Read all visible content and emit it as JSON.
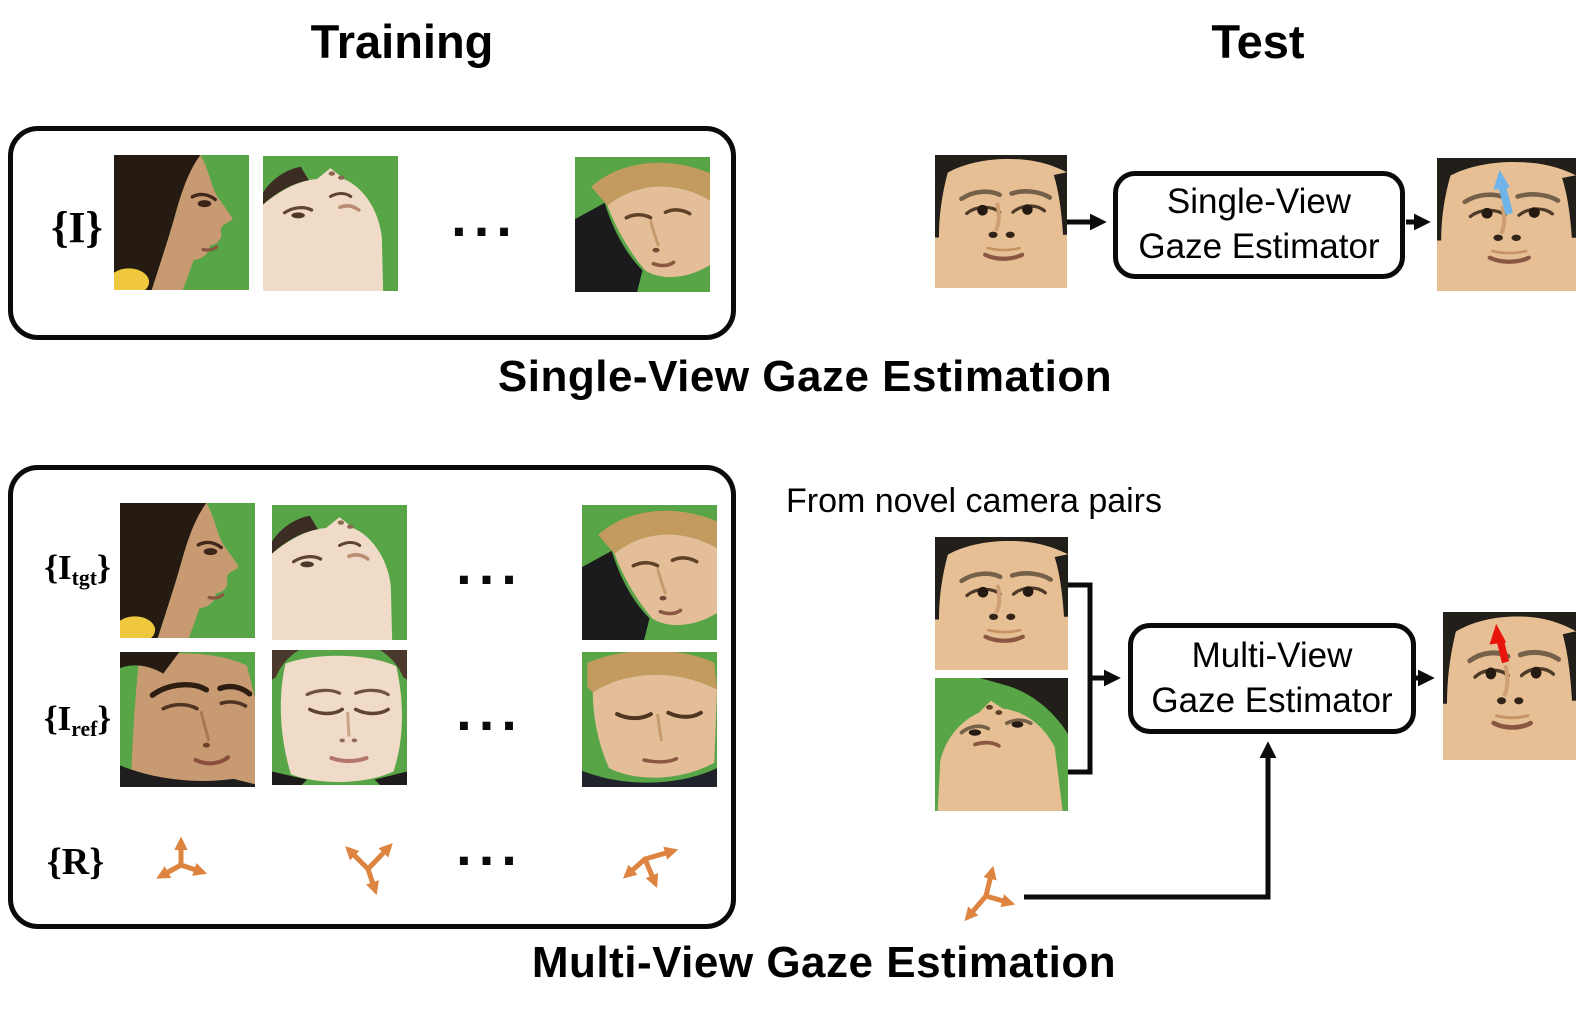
{
  "headers": {
    "training": "Training",
    "test": "Test"
  },
  "ellipsis": "...",
  "single_view": {
    "set_label": "{I}",
    "estimator": {
      "line1": "Single-View",
      "line2": "Gaze Estimator"
    },
    "caption": "Single-View Gaze Estimation"
  },
  "multi_view": {
    "novel_text": "From novel camera pairs",
    "tgt_label": {
      "open": "{",
      "symbol": "I",
      "sub": "tgt",
      "close": "}"
    },
    "ref_label": {
      "open": "{",
      "symbol": "I",
      "sub": "ref",
      "close": "}"
    },
    "rot_label": "{R}",
    "estimator": {
      "line1": "Multi-View",
      "line2": "Gaze Estimator"
    },
    "caption": "Multi-View Gaze Estimation"
  },
  "colors": {
    "axis_orange": "#DD8440",
    "gaze_blue": "#6FB4E9",
    "gaze_red": "#E8150D",
    "greenscreen": "#57A546"
  },
  "figures": {
    "face_profile": "woman in profile view on green screen",
    "face_tilt_up": "woman with face tilted up on green screen",
    "face_down": "man looking down on green screen",
    "face_ref_1": "woman looking down",
    "face_ref_2": "woman facing front with eyes closed",
    "face_ref_3": "man facing front looking down",
    "face_test": "man looking up",
    "face_test_pair": "man with head tilted up on green screen",
    "face_output_single": "man looking up with predicted gaze arrow",
    "face_output_multi": "man looking up with predicted gaze arrow",
    "rotation_icon": "camera rotation axes"
  }
}
